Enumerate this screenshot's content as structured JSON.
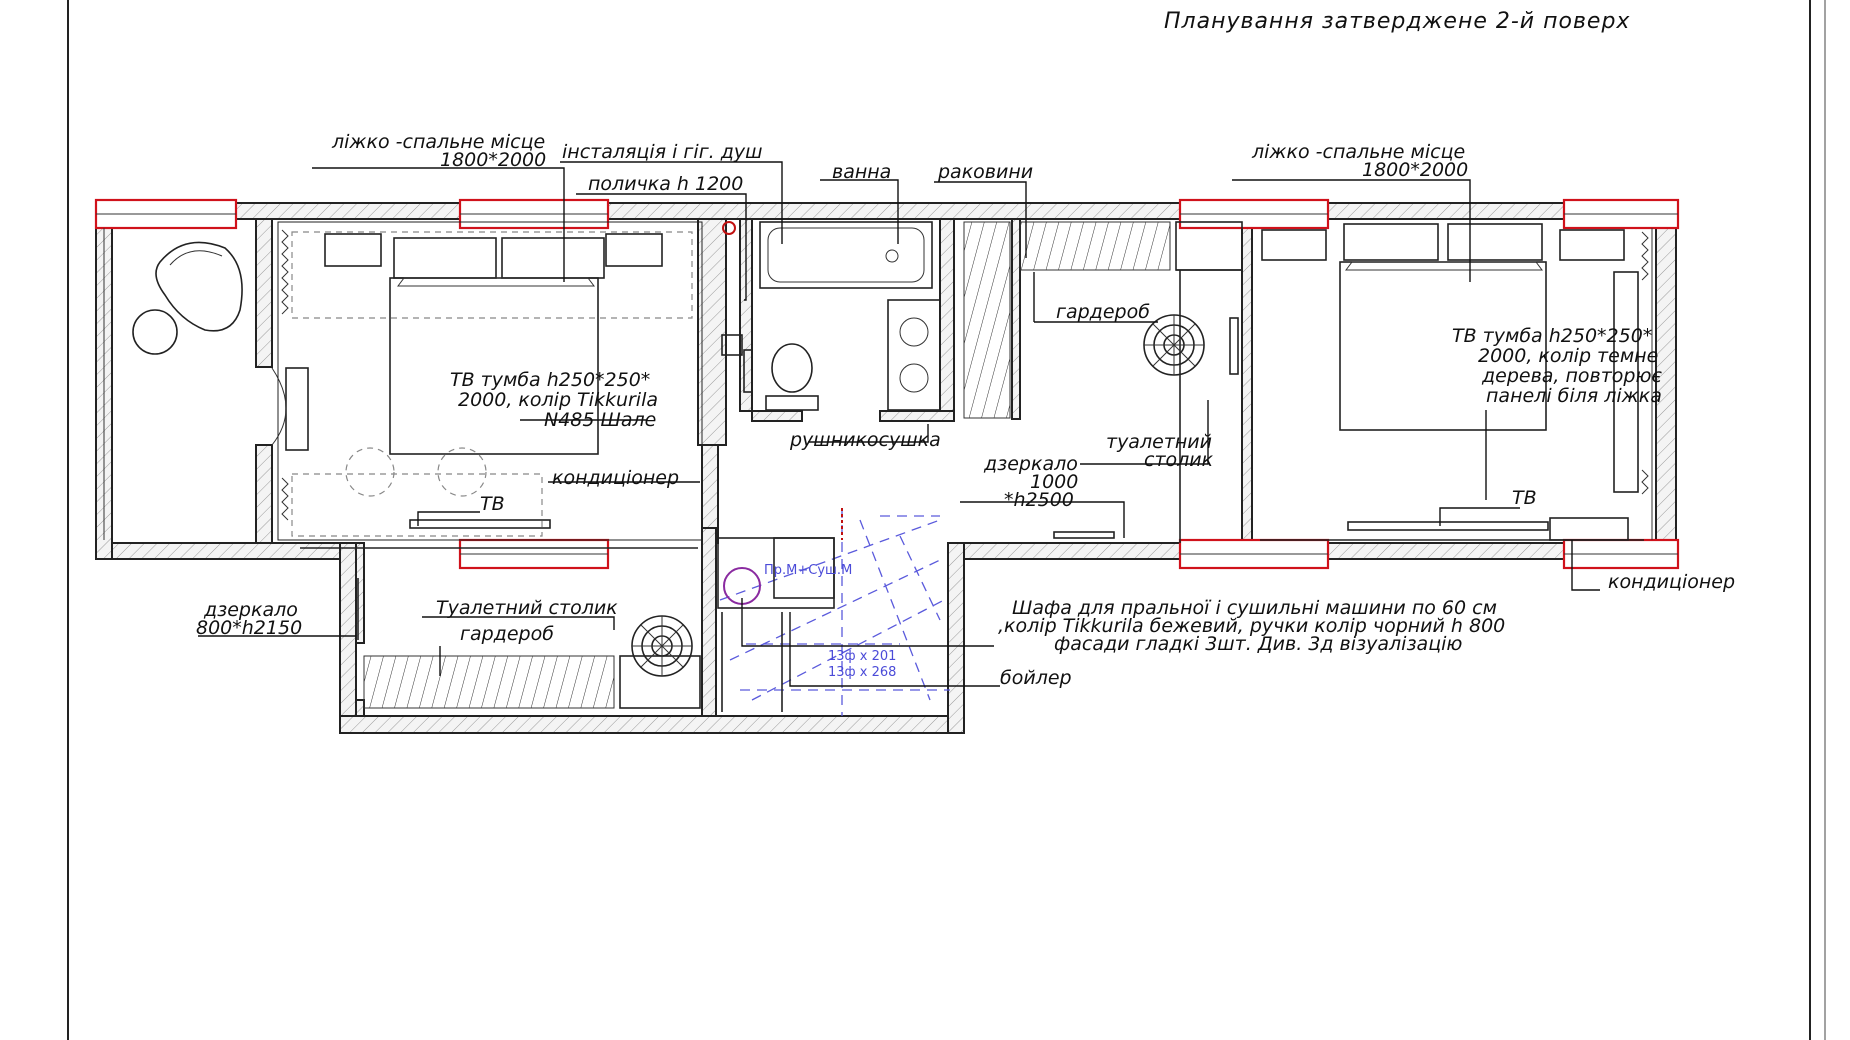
{
  "title": "Планування затверджене 2-й поверх",
  "labels": {
    "bed1": [
      "ліжко -спальне місце",
      "1800*2000"
    ],
    "installation": "інсталяція і гіг. душ",
    "shelf": "поличка h 1200",
    "bath": "ванна",
    "sinks": "раковини",
    "bed2": [
      "ліжко -спальне місце",
      "1800*2000"
    ],
    "wardrobe2": "гардероб",
    "tv_stand1": [
      "ТВ тумба h250*250*",
      "2000, колір Tikkurila",
      "N485 Шале"
    ],
    "tv_stand2": [
      "ТВ тумба h250*250*",
      "2000, колір темне",
      "дерева, повторює",
      "панелі біля ліжка"
    ],
    "towel_dryer": "рушникосушка",
    "mirror2": [
      "дзеркало",
      "1000",
      "*h2500"
    ],
    "vanity2": [
      "туалетний",
      "столик"
    ],
    "ac1": "кондиціонер",
    "tv1": "ТВ",
    "tv2": "ТВ",
    "ac2": "кондиціонер",
    "mirror1": [
      "дзеркало",
      "800*h2150"
    ],
    "vanity1": "Туалетний столик",
    "wardrobe1": "гардероб",
    "laundry": [
      "Шафа для пральної і сушильні машини по 60 см",
      ",колір Tikkurila бежевий, ручки колір чорний h 800",
      "фасади гладкі 3шт. Див. 3д візуалізацію"
    ],
    "boiler": "бойлер",
    "washer": "Пр.М+Суш.М",
    "stairs": [
      "13ф x 201",
      "13ф x 268"
    ]
  }
}
